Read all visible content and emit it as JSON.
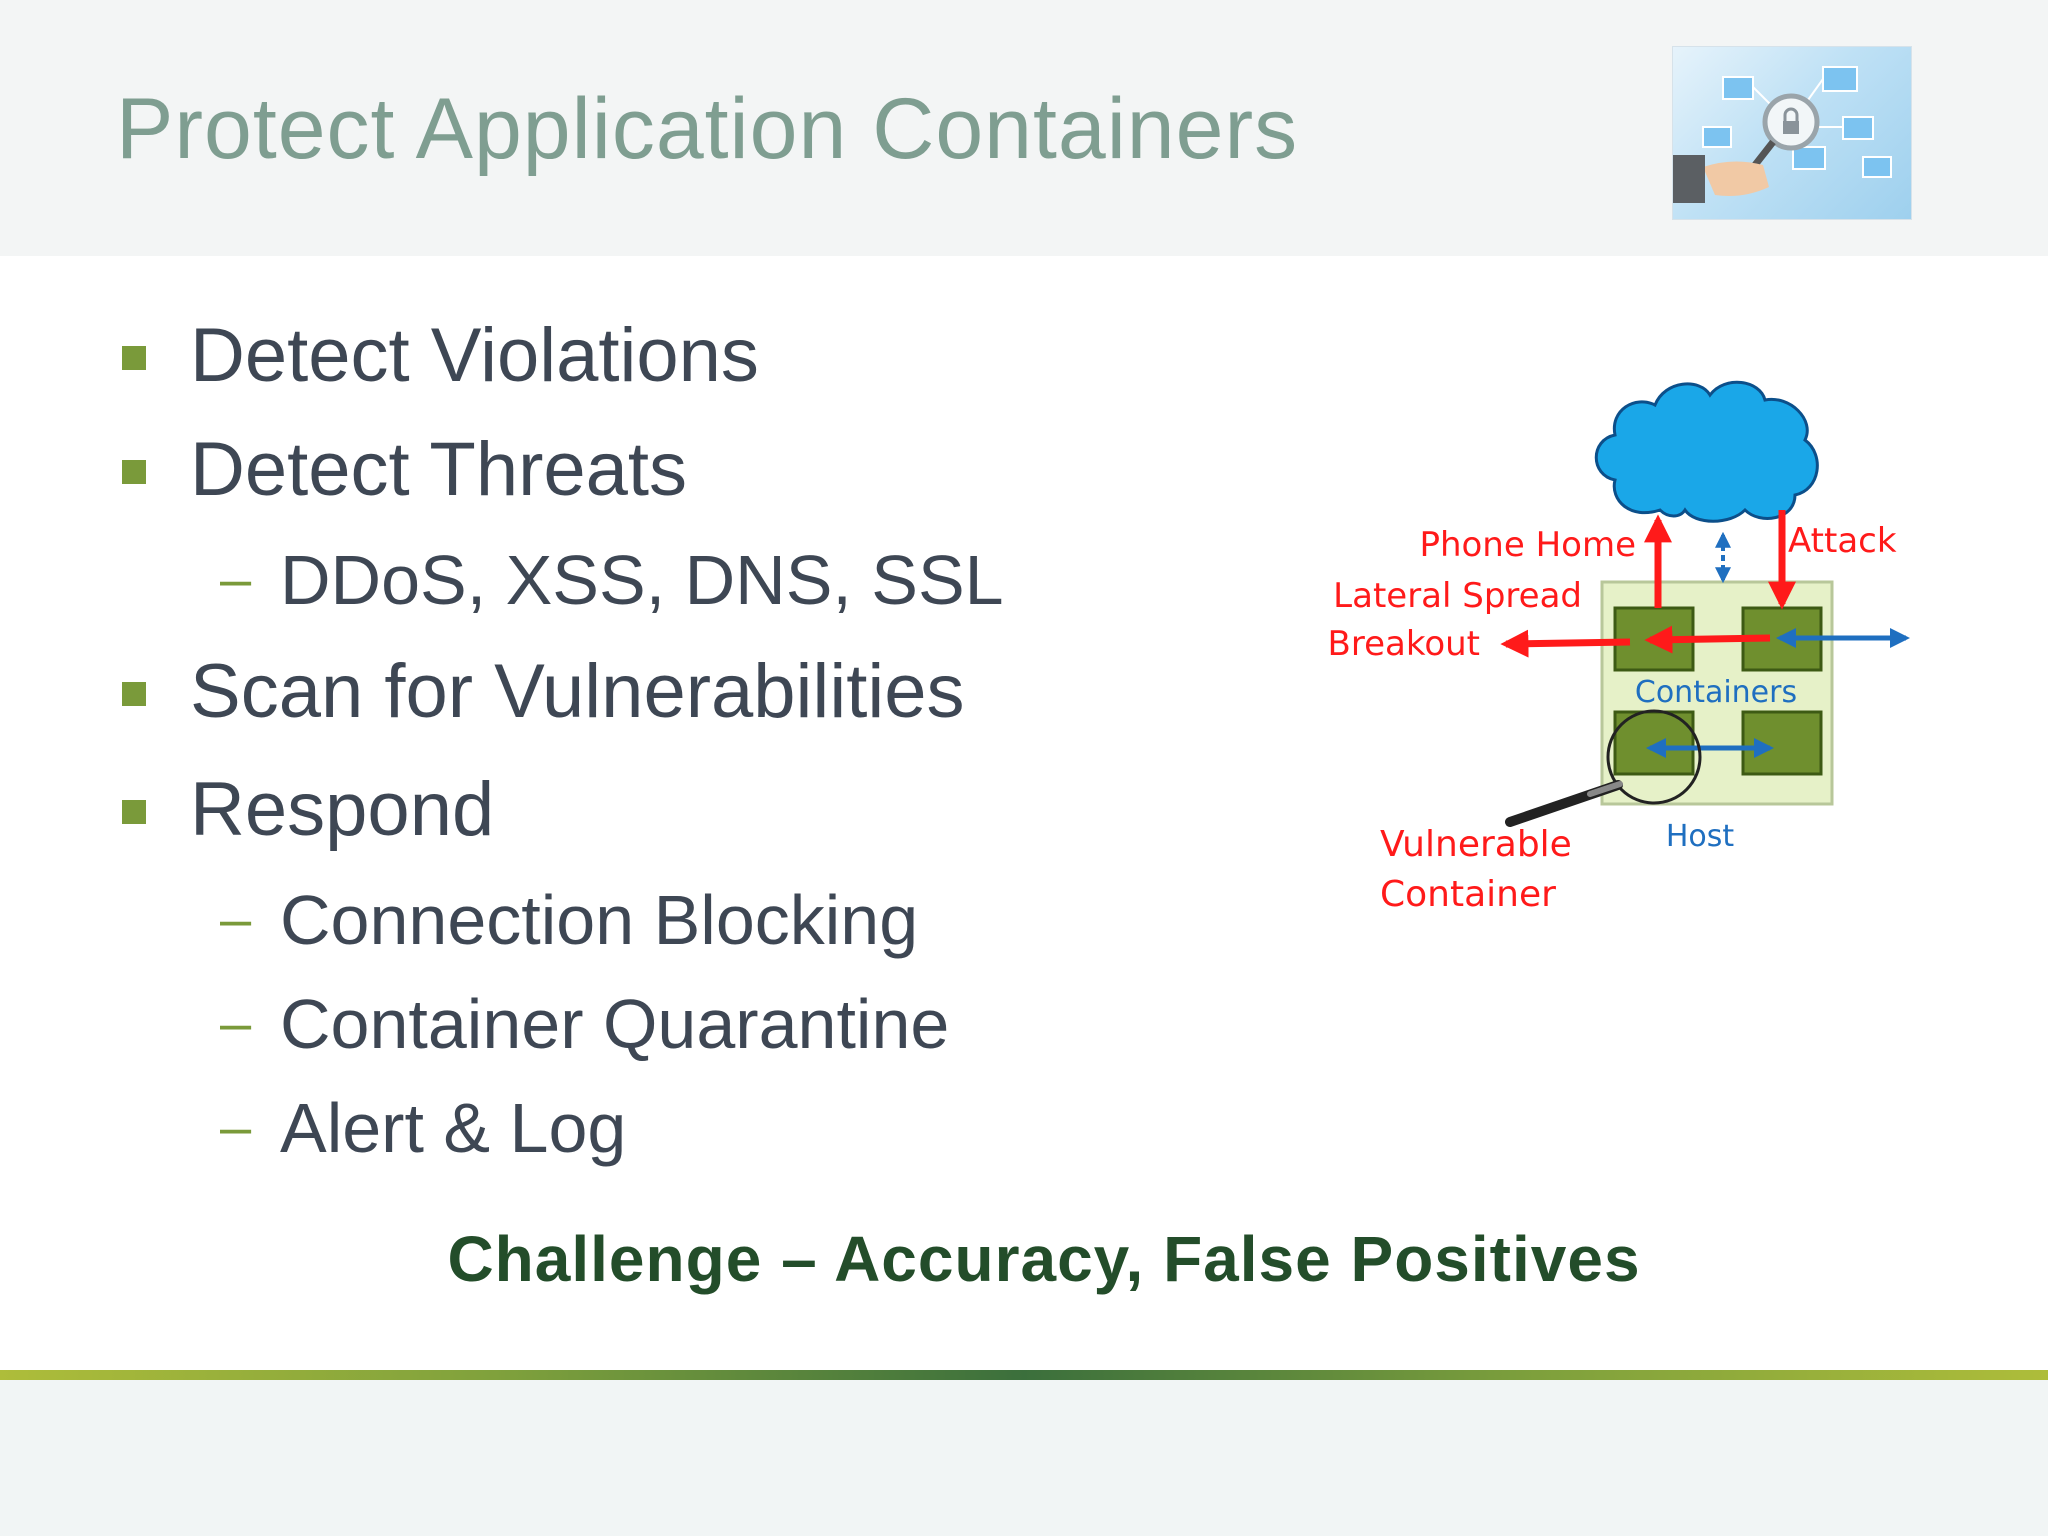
{
  "slide": {
    "title": "Protect Application Containers",
    "bullets": [
      {
        "text": "Detect Violations"
      },
      {
        "text": "Detect Threats"
      },
      {
        "text": "DDoS, XSS, DNS, SSL"
      },
      {
        "text": "Scan for Vulnerabilities"
      },
      {
        "text": "Respond"
      },
      {
        "text": "Connection Blocking"
      },
      {
        "text": "Container Quarantine"
      },
      {
        "text": "Alert & Log"
      }
    ],
    "sub_marker": "–",
    "challenge": "Challenge – Accuracy, False Positives"
  },
  "diagram": {
    "labels": {
      "phone_home": "Phone Home",
      "attack": "Attack",
      "lateral_spread": "Lateral Spread",
      "breakout": "Breakout",
      "containers": "Containers",
      "host": "Host",
      "vulnerable_1": "Vulnerable",
      "vulnerable_2": "Container"
    }
  },
  "colors": {
    "title": "#7f9e91",
    "body_text": "#3e4754",
    "bullet": "#7a9a3a",
    "challenge": "#234d2a",
    "threat": "#ff1a1a",
    "flow": "#1f6fc0",
    "container_fill": "#6f8f2e",
    "host_fill": "#e6f1c8",
    "cloud": "#1aa7e8"
  }
}
